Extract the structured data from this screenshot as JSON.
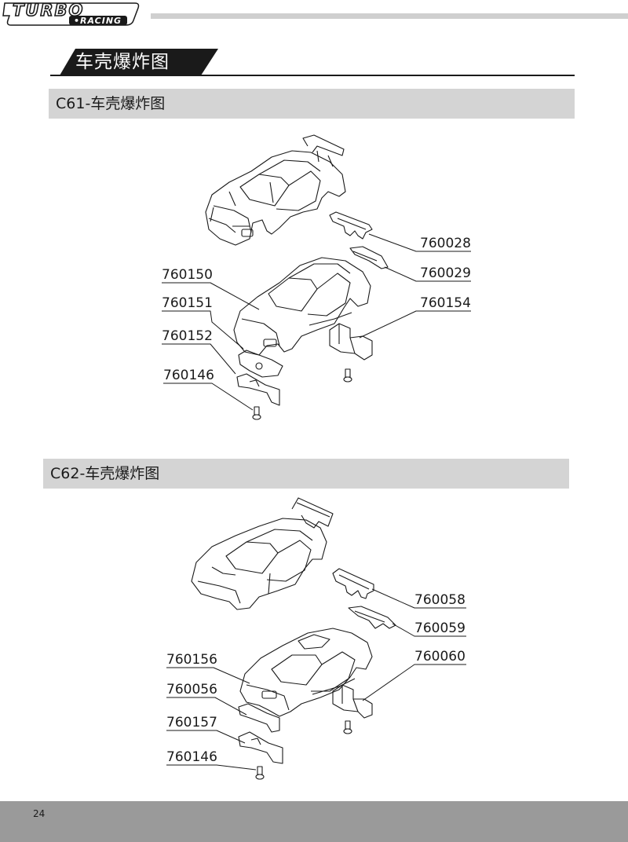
{
  "header": {
    "logo_main": "TURBO",
    "logo_sub": "•RACING"
  },
  "section": {
    "title": "车壳爆炸图"
  },
  "c61": {
    "heading": "C61-车壳爆炸图",
    "parts": [
      "760028",
      "760029",
      "760150",
      "760151",
      "760154",
      "760152",
      "760146"
    ]
  },
  "c62": {
    "heading": "C62-车壳爆炸图",
    "parts": [
      "760058",
      "760059",
      "760156",
      "760060",
      "760056",
      "760157",
      "760146"
    ]
  },
  "footer": {
    "page_number": "24"
  }
}
